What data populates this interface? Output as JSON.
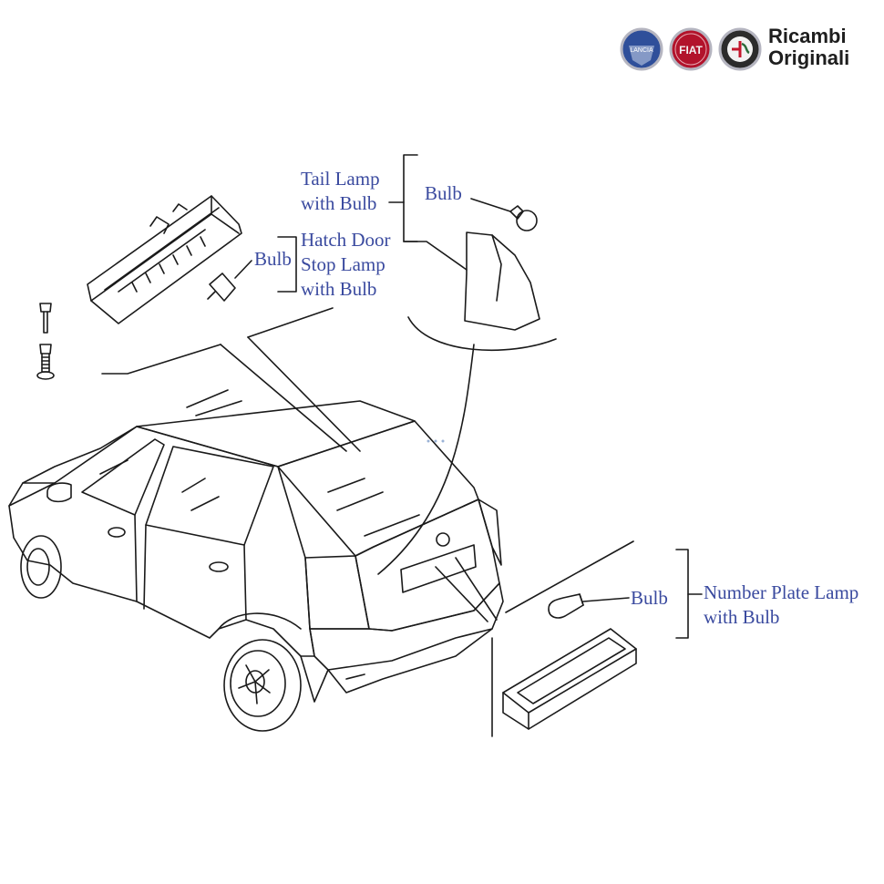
{
  "brand": {
    "line1": "Ricambi",
    "line2": "Originali",
    "logos": [
      "lancia-badge",
      "fiat-badge",
      "alfa-romeo-badge"
    ],
    "colors": {
      "lancia": "#2f4f9a",
      "fiat": "#b2132b",
      "alfa": "#2b6b3a",
      "text": "#1e1e1e"
    }
  },
  "labels": {
    "tail_lamp": {
      "line1": "Tail Lamp",
      "line2": "with Bulb"
    },
    "tail_bulb": "Bulb",
    "hatch_lamp": {
      "line1": "Hatch Door",
      "line2": "Stop Lamp",
      "line3": "with Bulb"
    },
    "hatch_bulb": "Bulb",
    "plate_lamp": {
      "line1": "Number Plate Lamp",
      "line2": "with Bulb"
    },
    "plate_bulb": "Bulb"
  },
  "label_color": "#3a4a9f",
  "line_color": "#1a1a1a"
}
